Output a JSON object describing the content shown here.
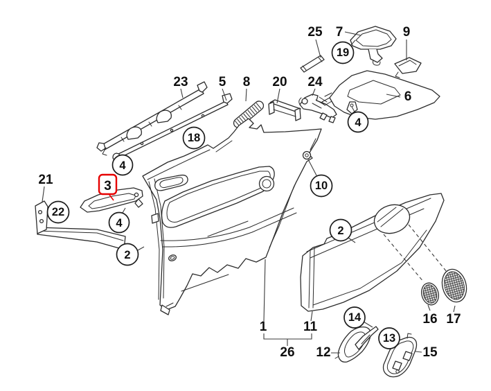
{
  "colors": {
    "background": "#ffffff",
    "line": "#2b2b2b",
    "label_text": "#0f0f0f",
    "highlight_box": "#e60000"
  },
  "labels": {
    "p1": "1",
    "p5": "5",
    "p6": "6",
    "p7": "7",
    "p8": "8",
    "p9": "9",
    "p11": "11",
    "p12": "12",
    "p15": "15",
    "p16": "16",
    "p17": "17",
    "p20": "20",
    "p21": "21",
    "p23": "23",
    "p24": "24",
    "p25": "25",
    "p26": "26",
    "c2a": "2",
    "c2b": "2",
    "c4a": "4",
    "c4b": "4",
    "c4c": "4",
    "c10": "10",
    "c13": "13",
    "c14": "14",
    "c18": "18",
    "c19": "19",
    "c22": "22",
    "b3": "3"
  }
}
